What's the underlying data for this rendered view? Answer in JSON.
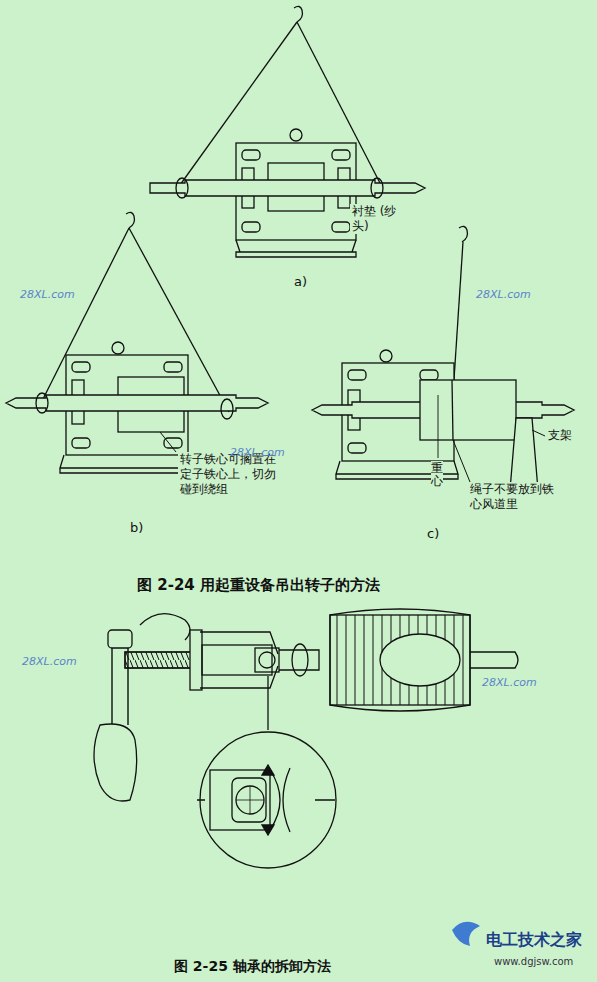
{
  "diagram": {
    "labels": [
      "衬垫 (纱头)",
      "a)",
      "转子铁心可搁置在定子铁心上，切勿碰到绕组",
      "b)",
      "重心",
      "绳子不要放到铁心风道里",
      "支架",
      "c)",
      "图 2-24 用起重设备吊出转子的方法",
      "图 2-25 轴承的拆卸方法",
      "28XL.com",
      "28XL.com",
      "28XL.com",
      "28XL.com",
      "28XL.com",
      "电工技术之家",
      "www.dgjsw.com"
    ]
  }
}
